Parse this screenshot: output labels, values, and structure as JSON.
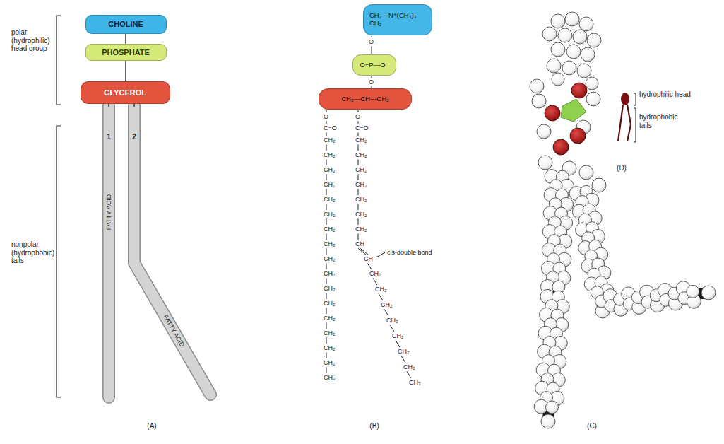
{
  "diagram": {
    "nodes": [
      {
        "text": [
          "CHOLINE"
        ]
      },
      {
        "text": [
          "PHOSPHATE"
        ]
      },
      {
        "text": [
          "GLYCEROL"
        ]
      },
      {
        "text": [
          "CH₂—N⁺(CH₃)₃",
          "CH₂"
        ]
      },
      {
        "text": [
          "O=P—O⁻"
        ]
      },
      {
        "text": [
          "CH₂—CH—CH₂"
        ]
      }
    ],
    "edges": [
      {
        "from": 0,
        "to": 1,
        "arrow": "none"
      },
      {
        "from": 1,
        "to": 2,
        "arrow": "none"
      }
    ],
    "labels": [
      "polar (hydrophilic) head group",
      "nonpolar (hydrophobic) tails",
      "1",
      "2",
      "FATTY ACID",
      "FATTY ACID",
      "O",
      "O",
      "O",
      "O",
      "C=O",
      "C=O",
      "CH₂",
      "CH₂",
      "CH₂",
      "CH₂",
      "CH₂",
      "CH₂",
      "CH₂",
      "CH₂",
      "CH₂",
      "CH₂",
      "CH₂",
      "CH₂",
      "CH₂",
      "CH₂",
      "CH₂",
      "CH₂",
      "CH₃",
      "CH₂",
      "CH₂",
      "CH₂",
      "CH₂",
      "CH₂",
      "CH₂",
      "CH₂",
      "CH",
      "CH",
      "cis-double bond",
      "CH₂",
      "CH₂",
      "CH₂",
      "CH₂",
      "CH₂",
      "CH₂",
      "CH₂",
      "CH₃",
      "hydrophilic head",
      "hydrophobic tails",
      "(A)",
      "(B)",
      "(C)",
      "(D)"
    ]
  }
}
